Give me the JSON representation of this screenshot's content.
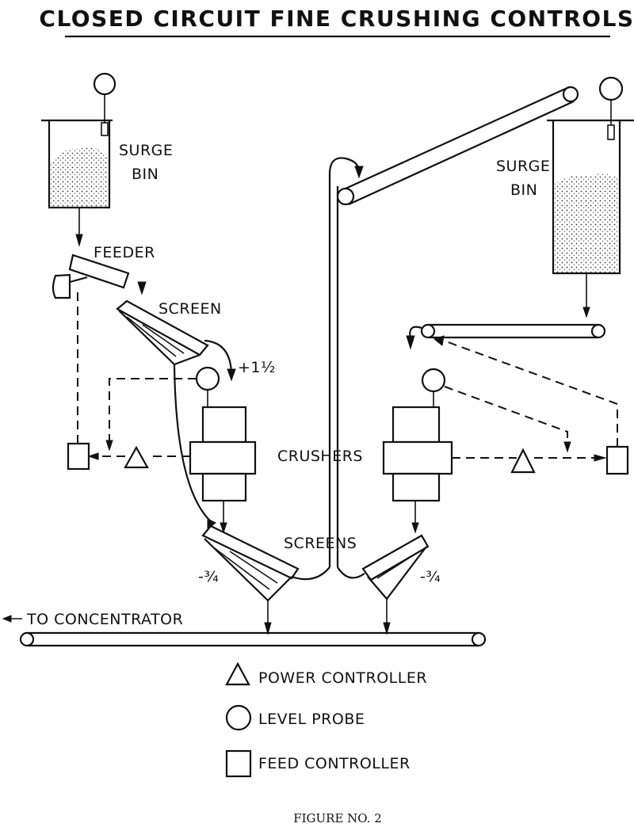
{
  "title": "CLOSED CIRCUIT FINE CRUSHING CONTROLS",
  "caption": "FIGURE NO. 2",
  "labels": {
    "surge_bin_left_1": "SURGE",
    "surge_bin_left_2": "BIN",
    "surge_bin_right_1": "SURGE",
    "surge_bin_right_2": "BIN",
    "feeder": "FEEDER",
    "screen": "SCREEN",
    "oversize": "+1½",
    "crushers": "CRUSHERS",
    "screens": "SCREENS",
    "undersize_left": "-¾",
    "undersize_right": "-¾",
    "to_concentrator": "TO CONCENTRATOR"
  },
  "legend": [
    {
      "symbol": "triangle",
      "label": "POWER CONTROLLER"
    },
    {
      "symbol": "circle",
      "label": "LEVEL PROBE"
    },
    {
      "symbol": "square",
      "label": "FEED CONTROLLER"
    }
  ],
  "colors": {
    "ink": "#111111",
    "paper": "#ffffff"
  }
}
